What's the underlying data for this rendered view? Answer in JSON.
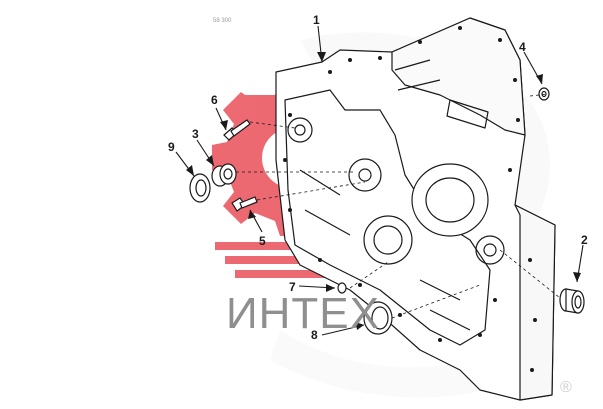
{
  "diagram": {
    "corner_tag": "58 300",
    "callouts": [
      {
        "id": "1",
        "label": "1"
      },
      {
        "id": "2",
        "label": "2"
      },
      {
        "id": "3",
        "label": "3"
      },
      {
        "id": "4",
        "label": "4"
      },
      {
        "id": "5",
        "label": "5"
      },
      {
        "id": "6",
        "label": "6"
      },
      {
        "id": "7",
        "label": "7"
      },
      {
        "id": "8",
        "label": "8"
      },
      {
        "id": "9",
        "label": "9"
      }
    ]
  },
  "watermark": {
    "text": "ИНТЕХ",
    "registered_mark": "®",
    "logo_color": "#e8404a"
  }
}
